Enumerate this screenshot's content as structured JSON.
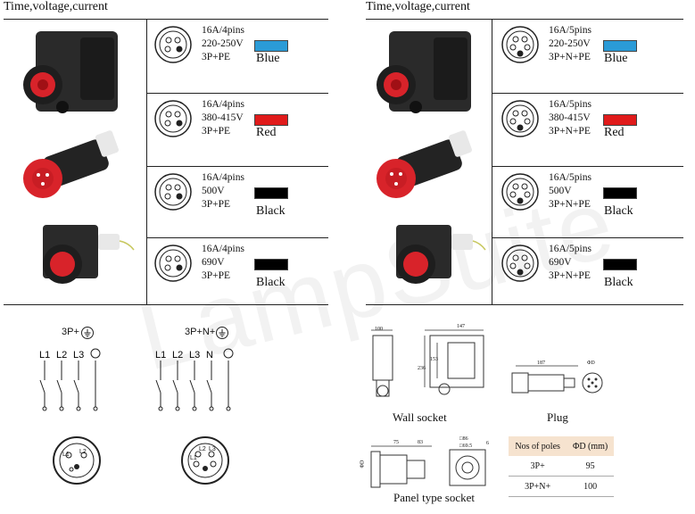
{
  "left": {
    "header": "Time,voltage,current",
    "rows": [
      {
        "rating": "16A/4pins",
        "voltage": "220-250V",
        "config": "3P+PE",
        "color_name": "Blue",
        "color_hex": "#2b9bd7"
      },
      {
        "rating": "16A/4pins",
        "voltage": "380-415V",
        "config": "3P+PE",
        "color_name": "Red",
        "color_hex": "#e01b1b"
      },
      {
        "rating": "16A/4pins",
        "voltage": "500V",
        "config": "3P+PE",
        "color_name": "Black",
        "color_hex": "#000000"
      },
      {
        "rating": "16A/4pins",
        "voltage": "690V",
        "config": "3P+PE",
        "color_name": "Black",
        "color_hex": "#000000"
      }
    ]
  },
  "right": {
    "header": "Time,voltage,current",
    "rows": [
      {
        "rating": "16A/5pins",
        "voltage": "220-250V",
        "config": "3P+N+PE",
        "color_name": "Blue",
        "color_hex": "#2b9bd7"
      },
      {
        "rating": "16A/5pins",
        "voltage": "380-415V",
        "config": "3P+N+PE",
        "color_name": "Red",
        "color_hex": "#e01b1b"
      },
      {
        "rating": "16A/5pins",
        "voltage": "500V",
        "config": "3P+N+PE",
        "color_name": "Black",
        "color_hex": "#000000"
      },
      {
        "rating": "16A/5pins",
        "voltage": "690V",
        "config": "3P+N+PE",
        "color_name": "Black",
        "color_hex": "#000000"
      }
    ]
  },
  "wiring": {
    "a_title": "3P+",
    "a_lines": [
      "L1",
      "L2",
      "L3"
    ],
    "b_title": "3P+N+",
    "b_lines": [
      "L1",
      "L2",
      "L3",
      "N"
    ],
    "a_face": [
      "L1",
      "L2"
    ],
    "b_face": [
      "L2",
      "L3",
      "L1"
    ]
  },
  "dims": {
    "wall_caption": "Wall socket",
    "plug_caption": "Plug",
    "panel_caption": "Panel type socket",
    "wall_w": "100",
    "wall_w2": "147",
    "wall_h": "236",
    "wall_h2": "153",
    "plug_len": "187",
    "plug_d": "ΦD",
    "panel_a": "75",
    "panel_b": "83",
    "panel_c": "□86",
    "panel_d": "□69.5",
    "panel_e": "6",
    "panel_side": "ΦD"
  },
  "pole_table": {
    "col1": "Nos of poles",
    "col2": "ΦD (mm)",
    "rows": [
      {
        "poles": "3P+",
        "d": "95"
      },
      {
        "poles": "3P+N+",
        "d": "100"
      }
    ]
  },
  "watermark": "LampSuite"
}
